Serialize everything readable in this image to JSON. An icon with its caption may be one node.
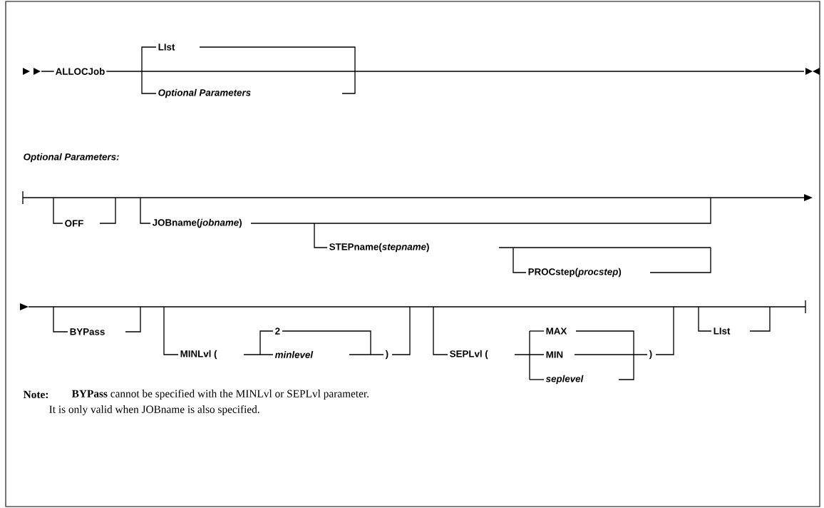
{
  "diagram": {
    "labels": [
      "ALLOCJob",
      "LIst",
      "Optional Parameters",
      "Optional Parameters:",
      "OFF",
      "JOBname(*jobname*)",
      "STEPname(*stepname*)",
      "PROCstep(*procstep*)",
      "BYPass",
      "MINLvl (",
      "2",
      "minlevel",
      ")",
      "SEPLvl (",
      "MAX",
      "MIN",
      "seplevel",
      ")",
      "LIst",
      "Note:",
      "**BYPass** cannot be specified with the MINLvl or SEPLvl parameter.",
      "It is only valid when JOBname is also specified."
    ]
  }
}
